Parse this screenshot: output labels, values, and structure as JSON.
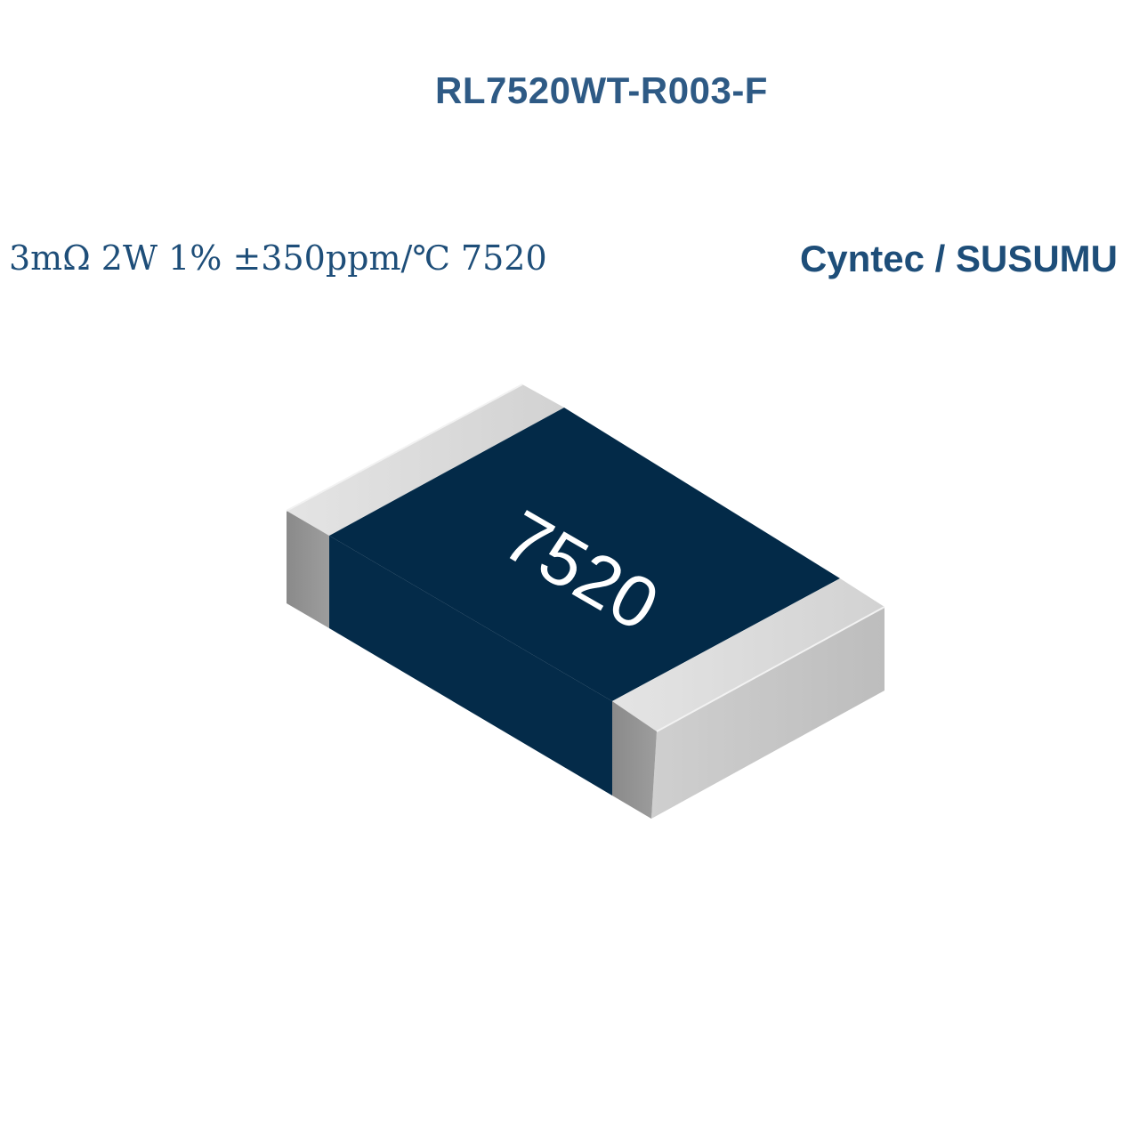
{
  "product": {
    "part_number": "RL7520WT-R003-F",
    "spec_line": "3mΩ 2W 1% ±350ppm/℃ 7520",
    "manufacturer": "Cyntec / SUSUMU",
    "chip_marking": "7520"
  },
  "colors": {
    "title_text": "#2e5a85",
    "spec_text": "#1e4e79",
    "resistor_body": "#032a48",
    "terminal_light": "#dedede",
    "terminal_mid": "#c8c8c8",
    "terminal_dark": "#8f8f8f"
  },
  "image": {
    "subject": "resistor-chip-illustration"
  }
}
